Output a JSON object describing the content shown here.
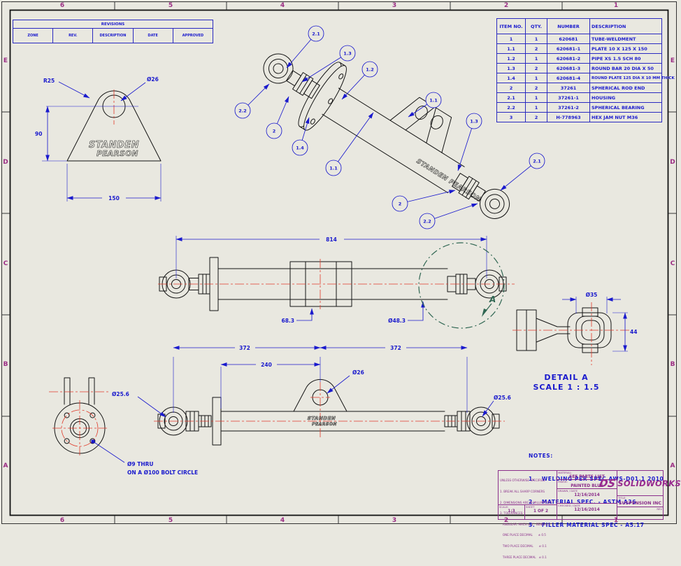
{
  "sheet": {
    "zones_top": [
      "6",
      "5",
      "4",
      "3",
      "2",
      "1"
    ],
    "zones_bottom": [
      "6",
      "5",
      "4",
      "3",
      "2",
      "1"
    ],
    "zones_left": [
      "E",
      "D",
      "C",
      "B",
      "A"
    ],
    "zones_right": [
      "E",
      "D",
      "C",
      "B",
      "A"
    ]
  },
  "revisions_table": {
    "title": "REVISIONS",
    "headers": [
      "ZONE",
      "REV.",
      "DESCRIPTION",
      "DATE",
      "APPROVED"
    ]
  },
  "parts_table": {
    "headers": [
      "ITEM NO.",
      "QTY.",
      "NUMBER",
      "DESCRIPTION"
    ],
    "rows": [
      [
        "1",
        "1",
        "620681",
        "TUBE-WELDMENT"
      ],
      [
        "1.1",
        "2",
        "620681-1",
        "PLATE 10 X 125 X 150"
      ],
      [
        "1.2",
        "1",
        "620681-2",
        "PIPE XS 1.5 SCH 80"
      ],
      [
        "1.3",
        "2",
        "620681-3",
        "ROUND BAR 20 DIA X 50"
      ],
      [
        "1.4",
        "1",
        "620681-4",
        "ROUND PLATE 125 DIA X 10 MM THICK"
      ],
      [
        "2",
        "2",
        "37261",
        "SPHERICAL ROD END"
      ],
      [
        "2.1",
        "1",
        "37261-1",
        "HOUSING"
      ],
      [
        "2.2",
        "1",
        "37261-2",
        "SPHERICAL BEARING"
      ],
      [
        "3",
        "2",
        "H-778963",
        "HEX JAM NUT M36"
      ]
    ]
  },
  "iso_view": {
    "balloons": [
      "2.1",
      "1.3",
      "1.2",
      "2.2",
      "2",
      "1.4",
      "1.1",
      "1.1",
      "1.3",
      "2.1",
      "2",
      "2.2"
    ],
    "logo": "STANDEN PEARSON"
  },
  "tab_view": {
    "radius": "R25",
    "hole": "Ø26",
    "height": "90",
    "width": "150",
    "logo1": "STANDEN",
    "logo2": "PEARSON"
  },
  "side_view": {
    "length": "814",
    "plate_offset": "68.3",
    "pipe_dia": "Ø48.3",
    "detail_label": "A"
  },
  "detail_view": {
    "title": "DETAIL A",
    "scale": "SCALE 1 : 1.5",
    "width_dia": "Ø35",
    "height": "44"
  },
  "bottom_view": {
    "span_left": "372",
    "span_right": "372",
    "tab_offset": "240",
    "tab_hole": "Ø26",
    "rodend_left": "Ø25.6",
    "rodend_right": "Ø25.6",
    "logo1": "STANDEN",
    "logo2": "PEARSON"
  },
  "flange_view": {
    "hole_note_1": "Ø9 THRU",
    "hole_note_2": "ON A Ø100 BOLT CIRCLE"
  },
  "notes": {
    "title": "NOTES:",
    "items": [
      "1.   WELDING PER SPEC AWS-D01.1 2010",
      "2.   MATERIAL SPEC. - ASTM A36",
      "3.   FILLER MATERIAL SPEC - A5.17"
    ]
  },
  "title_block": {
    "tolerances": [
      "UNLESS OTHERWISE SPECIFIED:",
      "1. BREAK ALL SHARP CORNERS",
      "2. DIMENSIONS ARE IN MILLIMETERS",
      "3. TOLERANCES:",
      "   ANGULAR: MACH ± 1°  BEND ± 1°",
      "   ONE PLACE DECIMAL      ± 0.5",
      "   TWO PLACE DECIMAL      ± 0.1",
      "   THREE PLACE DECIMAL   ± 0.1"
    ],
    "material_label": "MATERIAL:",
    "material_value": "SEE PARTS LIST",
    "finish_label": "FINISH:",
    "finish_value": "PAINTED BLUE",
    "drawn_label": "DRAWN",
    "checked_label": "CHECKED",
    "date_label": "DATE",
    "drawn_date": "12/16/2014",
    "checked_date": "12/16/2014",
    "logo_mark": "DS",
    "logo_brand": "SOLIDWORKS",
    "title_label": "TITLE:",
    "company": "SUSPENSION INC",
    "scale_label": "SCALE:",
    "scale_value": "1:3",
    "sheet_label": "SHEET",
    "sheet_value": "1 OF 2",
    "rev_label": "REV"
  }
}
